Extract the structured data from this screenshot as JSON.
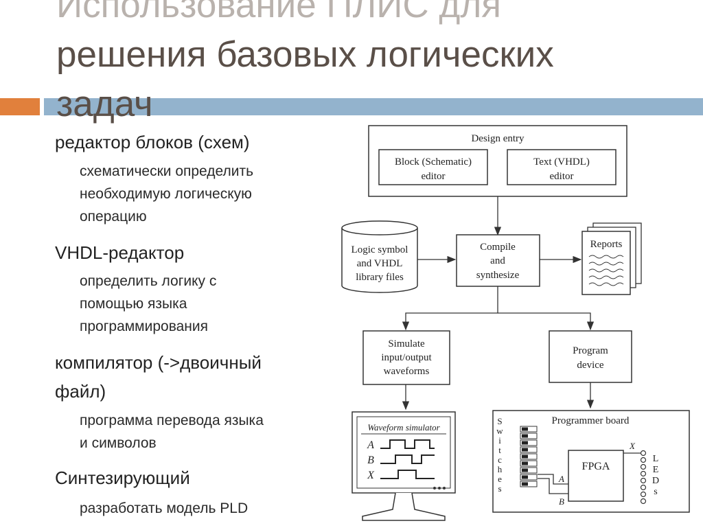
{
  "title": {
    "line1": "Использование ПЛИС для",
    "line2": "решения базовых логических",
    "line3": "задач"
  },
  "bullet_marker": "",
  "bullets": [
    {
      "text": "редактор блоков (схем)",
      "sub": [
        "схематически определить",
        "необходимую логическую",
        "операцию"
      ]
    },
    {
      "text": "VHDL-редактор",
      "sub": [
        "определить логику с",
        "помощью языка",
        "программирования"
      ]
    },
    {
      "text_lines": [
        "компилятор (->двоичный",
        "файл)"
      ],
      "sub": [
        "программа перевода языка",
        "и символов"
      ]
    },
    {
      "text": "Синтезирующий",
      "sub": [
        "разработать модель PLD"
      ]
    }
  ],
  "diagram": {
    "design_entry": "Design entry",
    "block_editor": [
      "Block (Schematic)",
      "editor"
    ],
    "text_editor": [
      "Text (VHDL)",
      "editor"
    ],
    "library": [
      "Logic symbol",
      "and VHDL",
      "library files"
    ],
    "compile": [
      "Compile",
      "and",
      "synthesize"
    ],
    "reports": "Reports",
    "simulate": [
      "Simulate",
      "input/output",
      "waveforms"
    ],
    "program": [
      "Program",
      "device"
    ],
    "waveform_title": "Waveform simulator",
    "signals": [
      "A",
      "B",
      "X"
    ],
    "programmer_board": "Programmer board",
    "switches": [
      "S",
      "w",
      "i",
      "t",
      "c",
      "h",
      "e",
      "s"
    ],
    "fpga": "FPGA",
    "leds": [
      "L",
      "E",
      "D",
      "s"
    ],
    "pin_a": "A",
    "pin_b": "B",
    "pin_x": "X"
  }
}
